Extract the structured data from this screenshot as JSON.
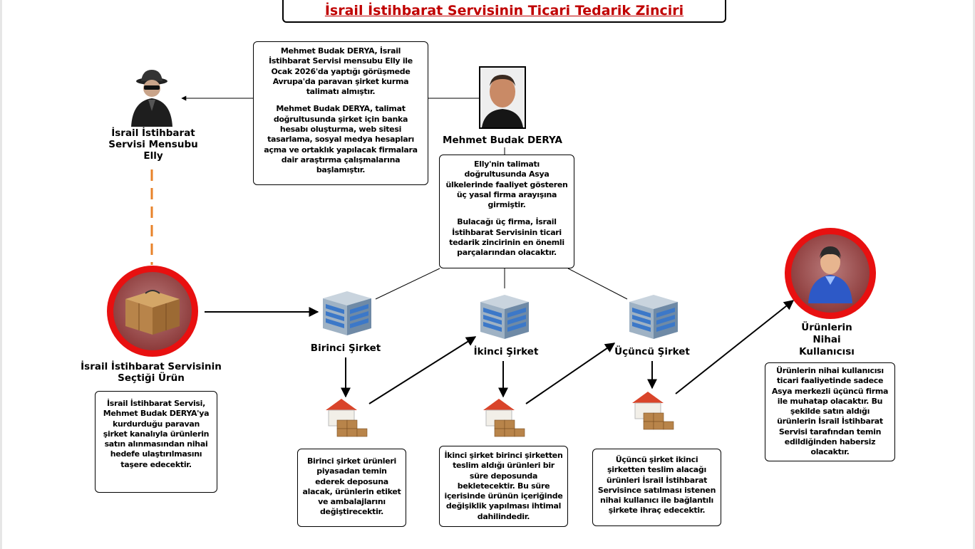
{
  "title": "İsrail İstihbarat Servisinin Ticari Tedarik Zinciri",
  "spy": {
    "label": "İsrail İstihbarat Servisi Mensubu Elly",
    "icon": "spy-icon"
  },
  "derya": {
    "label": "Mehmet Budak DERYA",
    "icon": "person-photo"
  },
  "top_box": {
    "p1": "Mehmet Budak DERYA, İsrail İstihbarat Servisi mensubu Elly ile Ocak 2026'da yaptığı görüşmede Avrupa'da paravan şirket kurma talimatı almıştır.",
    "p2": "Mehmet Budak DERYA, talimat doğrultusunda şirket için banka hesabı oluşturma, web sitesi tasarlama, sosyal medya hesapları açma ve ortaklık yapılacak firmalara dair araştırma çalışmalarına başlamıştır."
  },
  "mid_box": {
    "p1": "Elly'nin talimatı doğrultusunda Asya ülkelerinde faaliyet gösteren üç yasal firma arayışına girmiştir.",
    "p2": "Bulacağı üç firma, İsrail İstihbarat Servisinin ticari tedarik zincirinin en önemli parçalarından olacaktır."
  },
  "product": {
    "label": "İsrail İstihbarat Servisinin Seçtiği Ürün",
    "icon": "package-icon",
    "desc": "İsrail İstihbarat Servisi, Mehmet Budak DERYA'ya kurdurduğu paravan şirket kanalıyla ürünlerin satın alınmasından nihai hedefe ulaştırılmasını taşere edecektir."
  },
  "companies": [
    {
      "label": "Birinci Şirket",
      "icon": "building-icon",
      "warehouse_icon": "warehouse-icon",
      "desc": "Birinci şirket ürünleri piyasadan temin ederek deposuna alacak, ürünlerin etiket ve ambalajlarını değiştirecektir."
    },
    {
      "label": "İkinci Şirket",
      "icon": "building-icon",
      "warehouse_icon": "warehouse-icon",
      "desc": "İkinci şirket birinci şirketten teslim aldığı ürünleri bir süre deposunda bekletecektir. Bu süre içerisinde ürünün içeriğinde değişiklik yapılması ihtimal dahilindedir."
    },
    {
      "label": "Üçüncü Şirket",
      "icon": "building-icon",
      "warehouse_icon": "warehouse-icon",
      "desc": "Üçüncü şirket ikinci şirketten teslim alacağı ürünleri İsrail İstihbarat Servisince satılması istenen nihai kullanıcı ile bağlantılı şirkete ihraç edecektir."
    }
  ],
  "end_user": {
    "label_l1": "Ürünlerin",
    "label_l2": "Nihai",
    "label_l3": "Kullanıcısı",
    "icon": "user-icon",
    "desc": "Ürünlerin nihai kullanıcısı ticari faaliyetinde sadece Asya merkezli üçüncü firma ile muhatap olacaktır. Bu şekilde satın aldığı ürünlerin İsrail İstihbarat Servisi tarafından temin edildiğinden habersiz olacaktır."
  },
  "colors": {
    "title": "#c00000",
    "ring": "#e81010",
    "dash": "#e8832a"
  }
}
